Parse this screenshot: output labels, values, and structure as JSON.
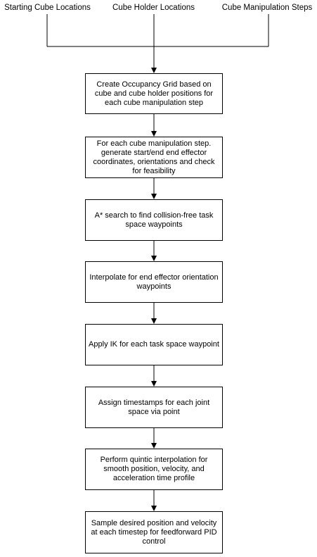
{
  "inputs": [
    "Starting Cube Locations",
    "Cube Holder Locations",
    "Cube Manipulation Steps"
  ],
  "steps": [
    "Create Occupancy Grid based on cube and cube holder positions for each cube manipulation step",
    "For each cube manipulation step. generate start/end end effector coordinates, orientations and check for feasibility",
    "A* search to find collision-free task space waypoints",
    "Interpolate for end effector orientation waypoints",
    "Apply IK for each task space waypoint",
    "Assign timestamps for each joint space via point",
    "Perform quintic interpolation for smooth position, velocity, and acceleration time profile",
    "Sample desired position and velocity at each timestep for feedforward PID control"
  ]
}
